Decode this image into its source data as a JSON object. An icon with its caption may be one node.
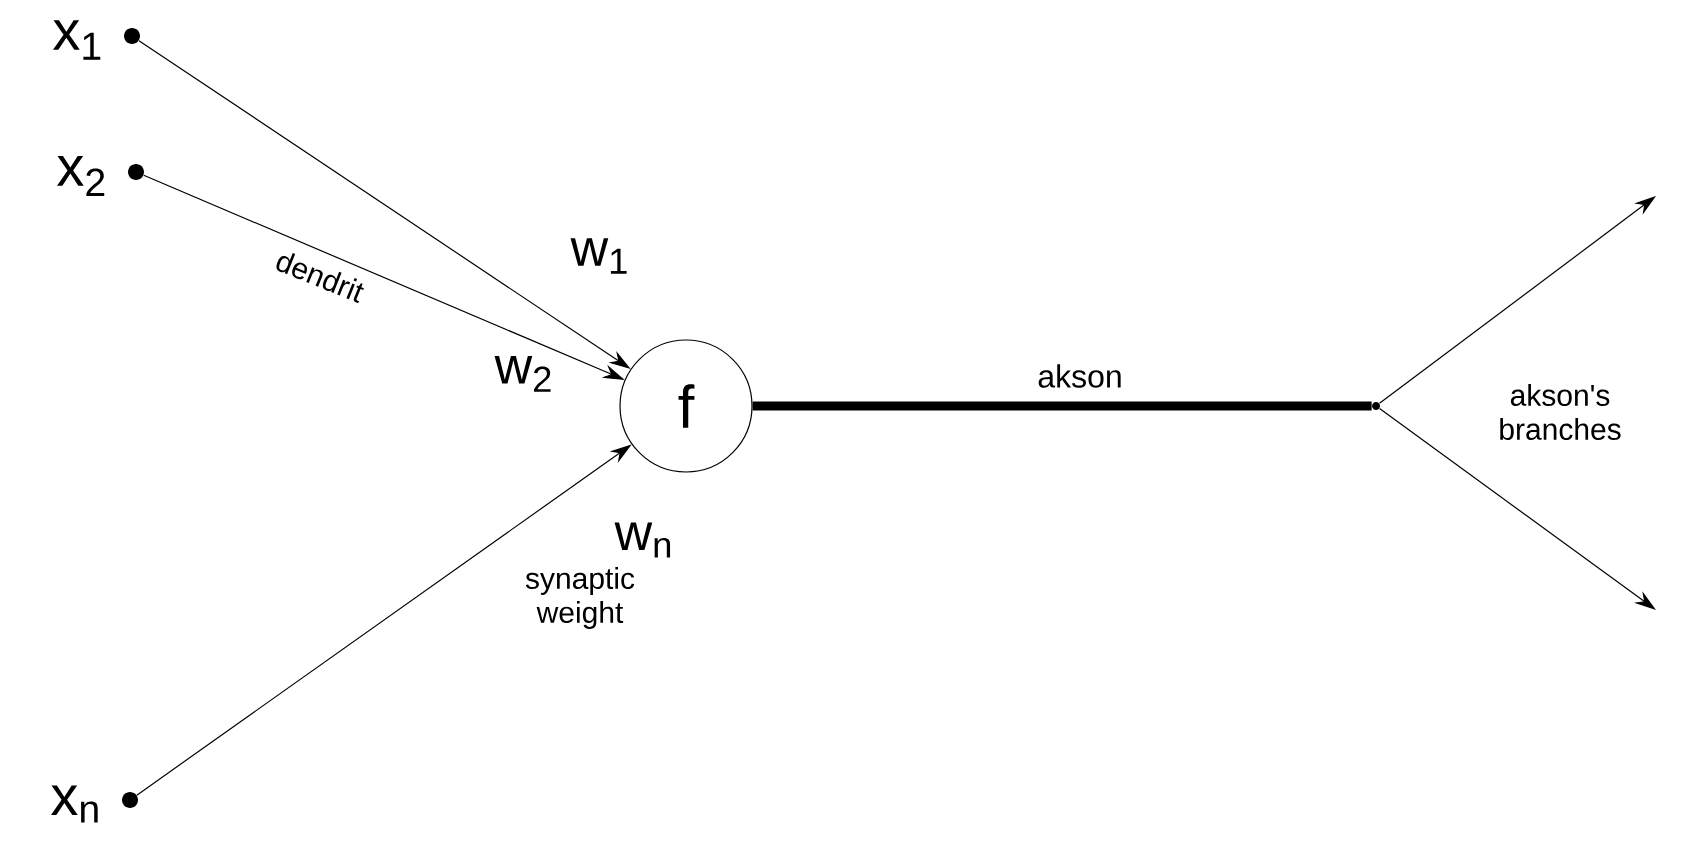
{
  "diagram": {
    "nodes": [
      {
        "text": [
          "x$_{1}$"
        ]
      },
      {
        "text": [
          "x$_{2}$"
        ]
      },
      {
        "text": [
          "x$_{n}$"
        ]
      },
      {
        "text": [
          "f"
        ]
      },
      {
        "text": [],
        "shape": "point"
      }
    ],
    "edges": [
      {
        "from": 0,
        "to": 3,
        "arrow": "to"
      },
      {
        "from": 1,
        "to": 3,
        "arrow": "to"
      },
      {
        "from": 2,
        "to": 3,
        "arrow": "to"
      },
      {
        "from": 3,
        "to": 4,
        "arrow": "none",
        "label": "akson",
        "style": "thick"
      },
      {
        "from": 4,
        "to": null,
        "arrow": "to"
      },
      {
        "from": 4,
        "to": null,
        "arrow": "to"
      }
    ],
    "labels": [
      "w$_{1}$",
      "dendrit",
      "w$_{2}$",
      "w$_{n}$",
      "synaptic weight",
      "akson's branches"
    ]
  }
}
